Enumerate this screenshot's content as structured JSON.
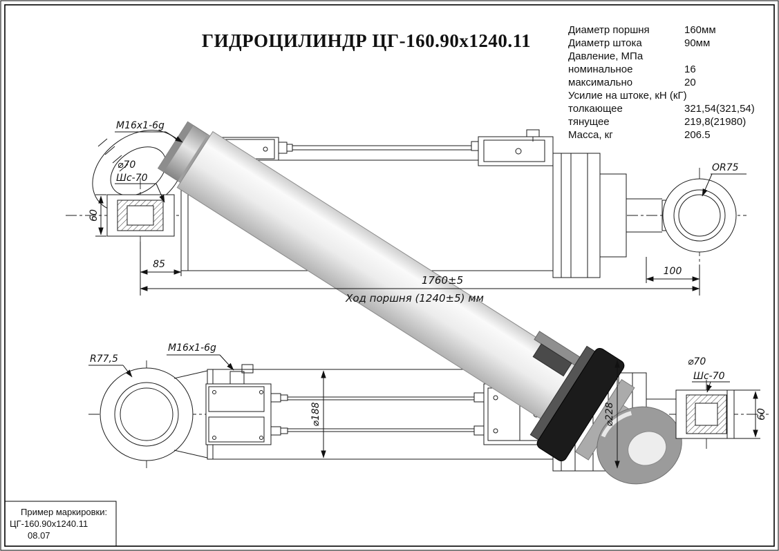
{
  "title": "ГИДРОЦИЛИНДР ЦГ-160.90х1240.11",
  "specs": {
    "rows": [
      {
        "label": "Диаметр поршня",
        "value": "160мм"
      },
      {
        "label": "Диаметр штока",
        "value": "90мм"
      },
      {
        "label": "Давление, МПа",
        "value": ""
      },
      {
        "label": "номинальное",
        "value": "16"
      },
      {
        "label": "максимально",
        "value": "20"
      },
      {
        "label": "Усилие на штоке, кН (кГ)",
        "value": ""
      },
      {
        "label": "толкающее",
        "value": "321,54(321,54)"
      },
      {
        "label": "тянущее",
        "value": "219,8(21980)"
      },
      {
        "label": "Масса, кг",
        "value": "206.5"
      }
    ]
  },
  "dims": {
    "thread_top": "M16x1-6g",
    "dia70_top": "⌀70",
    "shs70_top": "Шс-70",
    "h60_top": "60",
    "d85": "85",
    "d100": "100",
    "length_total": "1760±5",
    "stroke": "Ход поршня (1240±5) мм",
    "r75": "OR75",
    "r775": "R77,5",
    "thread_bottom": "M16x1-6g",
    "dia188": "⌀188",
    "dia228": "⌀228",
    "dia70_bottom": "⌀70",
    "shs70_bottom": "Шс-70",
    "h60_bottom": "60"
  },
  "marking": {
    "caption": "Пример маркировки:",
    "code": "ЦГ-160.90х1240.11",
    "date": "08.07"
  }
}
